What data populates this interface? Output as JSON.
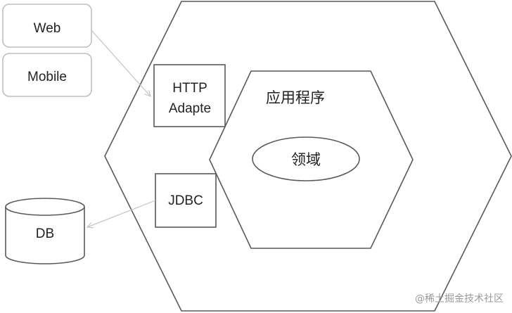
{
  "clients": {
    "web": "Web",
    "mobile": "Mobile"
  },
  "adapters": {
    "http_line1": "HTTP",
    "http_line2": "Adapte",
    "jdbc": "JDBC"
  },
  "storage": {
    "db": "DB"
  },
  "core": {
    "application": "应用程序",
    "domain": "领域"
  },
  "watermark": "@稀土掘金技术社区",
  "colors": {
    "stroke": "#595959",
    "light_stroke": "#bfbfbf",
    "arrow": "#c4c4c4",
    "text": "#222222"
  }
}
